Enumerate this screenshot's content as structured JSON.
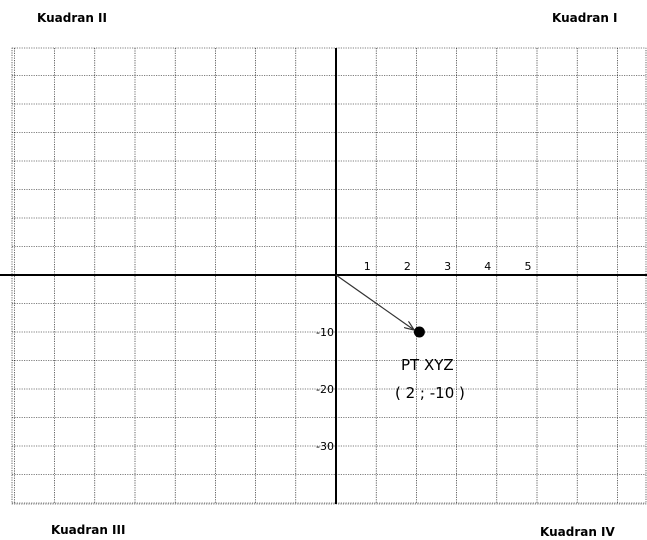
{
  "quadrants": {
    "q1": "Kuadran I",
    "q2": "Kuadran II",
    "q3": "Kuadran III",
    "q4": "Kuadran IV"
  },
  "x_ticks": [
    {
      "value": 1,
      "label": "1"
    },
    {
      "value": 2,
      "label": "2"
    },
    {
      "value": 3,
      "label": "3"
    },
    {
      "value": 4,
      "label": "4"
    },
    {
      "value": 5,
      "label": "5"
    }
  ],
  "y_ticks": [
    {
      "value": -10,
      "label": "-10"
    },
    {
      "value": -20,
      "label": "-20"
    },
    {
      "value": -30,
      "label": "-30"
    }
  ],
  "point": {
    "name": "PT  XYZ",
    "coords_text": "( 2 ; -10 )",
    "x": 2,
    "y": -10
  },
  "colors": {
    "grid": "#000000",
    "axis": "#000000",
    "point": "#000000",
    "vector": "#333333"
  }
}
